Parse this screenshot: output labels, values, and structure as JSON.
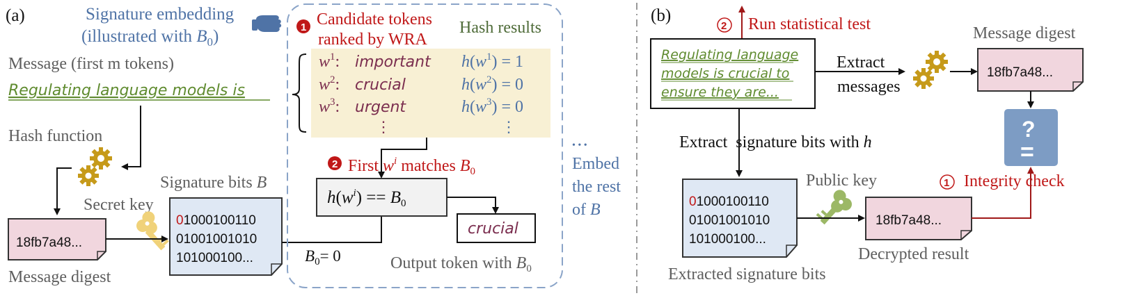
{
  "panel_a": {
    "label": "(a)",
    "embed_title_line1": "Signature embedding",
    "embed_title_line2_pre": "(illustrated with ",
    "embed_title_line2_var": "B",
    "embed_title_line2_sub": "0",
    "embed_title_line2_post": ")",
    "message_label": "Message (first m tokens)",
    "message_text": "Regulating language models is",
    "hash_function_label": "Hash function",
    "secret_key_label": "Secret key",
    "digest_value": "18fb7a48...",
    "digest_label": "Message digest",
    "signature_bits_label_text": "Signature bits ",
    "signature_bits_label_var": "B",
    "signature_bits": {
      "first_bit": "0",
      "line1_rest": "1000100110",
      "line2": "01001001010",
      "line3": "101000100..."
    },
    "b0_equals": "= 0",
    "step1_num": "1",
    "candidates_line1": "Candidate tokens",
    "candidates_line2": "ranked by WRA",
    "hash_results_label": "Hash results",
    "candidates": [
      {
        "sup": "1",
        "token": "important",
        "hash": "1"
      },
      {
        "sup": "2",
        "token": "crucial",
        "hash": "0"
      },
      {
        "sup": "3",
        "token": "urgent",
        "hash": "0"
      }
    ],
    "ellipsis": "⋮",
    "step2_num": "2",
    "step2_pre": "First ",
    "step2_sup": "i",
    "step2_mid": " matches ",
    "step2_var": "B",
    "step2_sub": "0",
    "compare_eq": "==",
    "output_token": "crucial",
    "output_label_pre": "Output token with ",
    "embed_rest_line1": "Embed",
    "embed_rest_line2": "the rest",
    "embed_rest_line3_pre": "of ",
    "embed_rest_line3_var": "B",
    "dots": "• • •"
  },
  "panel_b": {
    "label": "(b)",
    "step2_num": "2",
    "statistical_test": "Run statistical test",
    "watermarked_text": [
      "Regulating language",
      "models is crucial to",
      "ensure they are..."
    ],
    "extract_messages_line1": "Extract",
    "extract_messages_line2": "messages",
    "message_digest_label": "Message digest",
    "digest_value": "18fb7a48...",
    "compare_symbol_top": "?",
    "compare_symbol_bottom": "=",
    "extract_sig_label_pre": "Extract  signature bits with ",
    "extract_sig_label_var": "h",
    "public_key_label": "Public key",
    "step1_num": "1",
    "integrity_check": "Integrity check",
    "bits": {
      "first_bit": "0",
      "line1_rest": "1000100110",
      "line2": "01001001010",
      "line3": "101000100..."
    },
    "extracted_label": "Extracted signature bits",
    "decrypted_value": "18fb7a48...",
    "decrypted_label": "Decrypted result"
  },
  "colors": {
    "red": "#c01818",
    "blue": "#4f73a6",
    "cream": "#f8f0d4",
    "pink": "#f1d6de",
    "lightblue": "#dfe8f4",
    "gear": "#c69a1a",
    "key_yellow": "#f0d27a",
    "key_green": "#9cb866",
    "compare_box": "#7d9cc4"
  }
}
